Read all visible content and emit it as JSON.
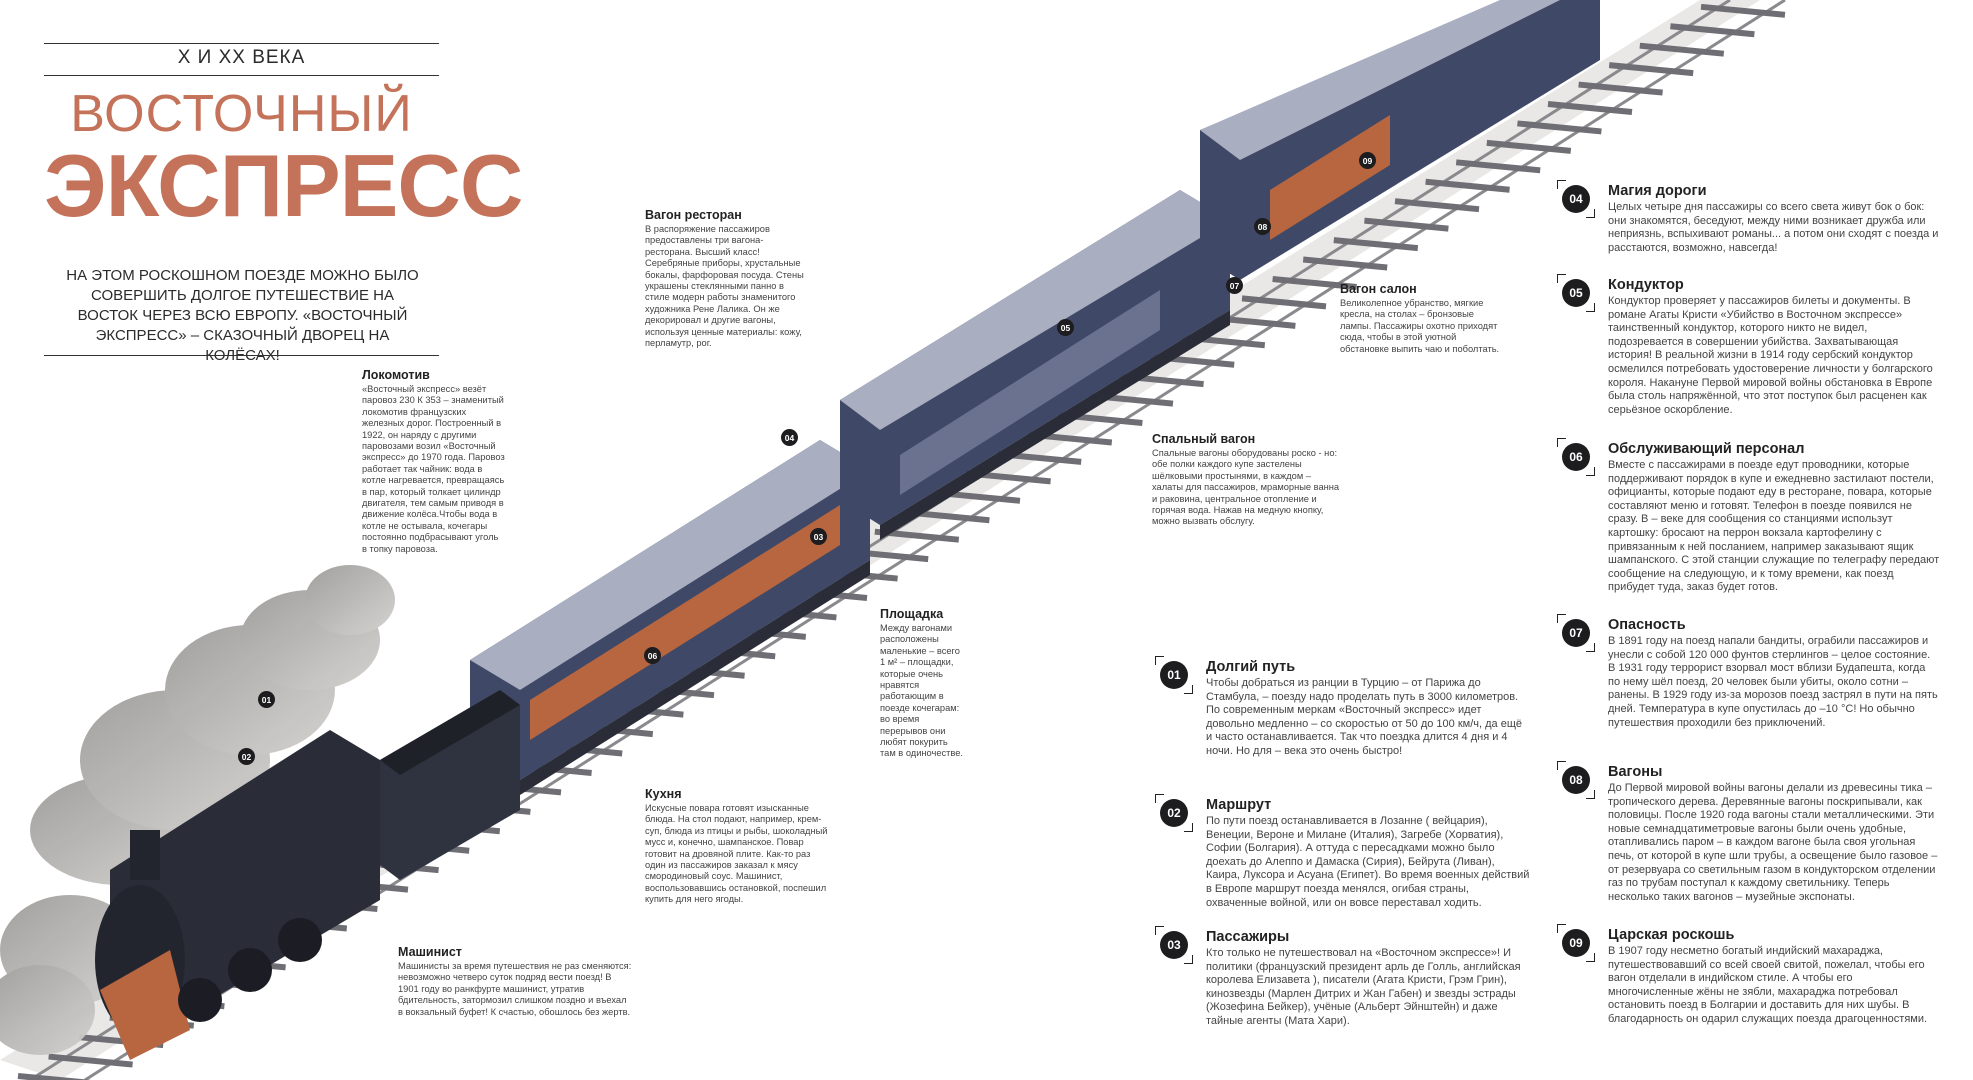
{
  "header": {
    "kicker": "Х И ХХ ВЕКА",
    "title_line1": "ВОСТОЧНЫЙ",
    "title_line2": "ЭКСПРЕСС",
    "lede": "На этом роскошном поезде можно было совершить долгое путешествие на Восток через всю Европу. «Восточный экспресс» – сказочный дворец на колёсах!"
  },
  "colors": {
    "accent": "#c4725a",
    "carriage": "#3f4866",
    "carriage_roof": "#a9aec0",
    "interior": "#b8663f",
    "locomotive": "#2a2d38",
    "smoke": "#b9b7b4"
  },
  "captions": {
    "lokomotiv": {
      "title": "Локомотив",
      "text": "«Восточный экспресс» везёт паровоз 230 К 353 – знаменитый локомотив французских железных дорог. Построенный в 1922, он наряду с другими паровозами возил «Восточный экспресс» до 1970 года. Паровоз работает так чайник: вода в котле нагревается, превращаясь в пар, который толкает цилиндр двигателя, тем самым приводя в движение колёса.Чтобы вода в котле не остывала, кочегары постоянно подбрасывают уголь в топку паровоза."
    },
    "restoran": {
      "title": "Вагон ресторан",
      "text": "В распоряжение пассажиров предоставлены три вагона-ресторана. Высший класс! Серебряные приборы, хрустальные бокалы, фарфоровая посуда. Стены украшены стеклянными панно в стиле модерн работы знаменитого художника Рене Лалика. Он же декорировал и другие вагоны, используя ценные материалы: кожу, перламутр, рог."
    },
    "salon": {
      "title": "Вагон салон",
      "text": "Великолепное убранство, мягкие кресла, на столах – бронзовые лампы. Пассажиры охотно приходят сюда, чтобы в этой уютной обстановке выпить чаю и поболтать."
    },
    "spalny": {
      "title": "Спальный вагон",
      "text": "Спальные вагоны оборудованы роско - но: обе полки каждого купе застелены шёлковыми простынями, в каждом – халаты для пассажиров, мраморные ванна и раковина, центральное отопление и горячая вода. Нажав на медную кнопку, можно вызвать обслугу."
    },
    "ploshchadka": {
      "title": "Площадка",
      "text": "Между вагонами расположены маленькие – всего 1 м² – площадки, которые очень нравятся работающим в поезде кочегарам: во время перерывов они любят покурить там в одиночестве."
    },
    "kukhnya": {
      "title": "Кухня",
      "text": "Искусные повара готовят изысканные блюда. На стол подают, например, крем-суп, блюда из птицы и рыбы, шоколадный мусс и, конечно, шампанское. Повар готовит на дровяной плите. Как-то раз один из пассажиров заказал к мясу смородиновый соус. Машинист, воспользовавшись остановкой, поспешил купить для него ягоды."
    },
    "mashinist": {
      "title": "Машинист",
      "text": "Машинисты за время путешествия не раз сменяются: невозможно четверо суток подряд вести поезд! В 1901 году во ранкфурте машинист, утратив бдительность, затормозил слишком поздно и въехал в вокзальный буфет! К счастью, обошлось без жертв."
    }
  },
  "items": [
    {
      "num": "01",
      "title": "Долгий путь",
      "text": "Чтобы добраться из ранции в Турцию – от Парижа до Стамбула, – поезду надо проделать путь в 3000 километров. По современным меркам «Восточный экспресс» идет довольно медленно – со скоростью от 50 до 100 км/ч, да ещё и часто останавливается. Так что поездка длится 4 дня и 4 ночи. Но для – века это очень быстро!"
    },
    {
      "num": "02",
      "title": "Маршрут",
      "text": "По пути поезд останавливается в Лозанне ( вейцария), Венеции, Вероне и Милане (Италия), Загребе (Хорватия), Софии (Болгария). А оттуда с пересадками можно было доехать до Алеппо и Дамаска (Сирия), Бейрута (Ливан), Каира, Луксора и Асуана (Египет). Во время военных действий в Европе маршрут поезда менялся, огибая страны, охваченные войной, или он вовсе переставал ходить."
    },
    {
      "num": "03",
      "title": "Пассажиры",
      "text": "Кто только не путешествовал на «Восточном экспрессе»! И политики (французский президент арль де Голль, английская королева Елизавета ), писатели (Агата Кристи, Грэм Грин), кинозвезды (Марлен Дитрих и Жан Габен) и звезды эстрады (Жозефина Бейкер), учёные (Альберт Эйнштейн) и даже тайные агенты (Мата Хари)."
    },
    {
      "num": "04",
      "title": "Магия дороги",
      "text": "Целых четыре дня пассажиры со всего света живут бок о бок: они знакомятся, беседуют, между ними возникает дружба или неприязнь, вспыхивают романы... а потом они сходят с поезда и расстаются, возможно, навсегда!"
    },
    {
      "num": "05",
      "title": "Кондуктор",
      "text": "Кондуктор проверяет у пассажиров билеты и документы. В романе Агаты Кристи «Убийство в Восточном экспрессе» таинственный кондуктор, которого никто не видел, подозревается в совершении убийства. Захватывающая история! В реальной жизни в 1914 году сербский кондуктор осмелился потребовать удостоверение личности у болгарского короля. Накануне Первой мировой войны обстановка в Европе была столь напряжённой, что этот поступок был расценен как серьёзное оскорбление."
    },
    {
      "num": "06",
      "title": "Обслуживающий персонал",
      "text": "Вместе с пассажирами в поезде едут проводники, которые поддерживают порядок в купе и ежедневно застилают постели, официанты, которые подают еду в ресторане, повара, которые составляют меню и готовят. Телефон в поезде появился не сразу. В – веке для сообщения со станциями использут картошку: бросают на перрон вокзала картофелину с привязанным к ней посланием, например заказывают ящик шампанского. С этой станции служащие по телеграфу передают сообщение на следующую, и к тому времени, как поезд прибудет туда, заказ будет готов."
    },
    {
      "num": "07",
      "title": "Опасность",
      "text": "В 1891 году на поезд напали бандиты, ограбили пассажиров и унесли с собой 120 000 фунтов стерлингов – целое состояние. В 1931 году террорист взорвал мост вблизи Будапешта, когда по нему шёл поезд, 20 человек были убиты, около сотни – ранены. В 1929 году из-за морозов поезд застрял в пути на пять дней. Температура в купе опустилась до –10 °С! Но обычно путешествия проходили без приключений."
    },
    {
      "num": "08",
      "title": "Вагоны",
      "text": "До Первой мировой войны вагоны делали из древесины тика – тропического дерева. Деревянные вагоны поскрипывали, как половицы. После 1920 года вагоны стали металлическими. Эти новые семнадцатиметровые вагоны были очень удобные, отапливались паром – в каждом вагоне была своя угольная печь, от которой в купе шли трубы, а освещение было газовое – от резервуара со светильным газом в кондукторском отделении газ по трубам поступал к каждому светильнику. Теперь несколько таких вагонов – музейные экспонаты."
    },
    {
      "num": "09",
      "title": "Царская роскошь",
      "text": "В 1907 году несметно богатый индийский махараджа, путешествовавший со всей своей свитой, пожелал, чтобы его вагон отделали в индийском стиле. А чтобы его многочисленные жёны не зябли, махараджа потребовал остановить поезд в Болгарии и доставить для них шубы. В благодарность он одарил служащих поезда драгоценностями."
    }
  ],
  "markers": [
    "01",
    "02",
    "03",
    "04",
    "05",
    "06",
    "07",
    "08",
    "09"
  ]
}
